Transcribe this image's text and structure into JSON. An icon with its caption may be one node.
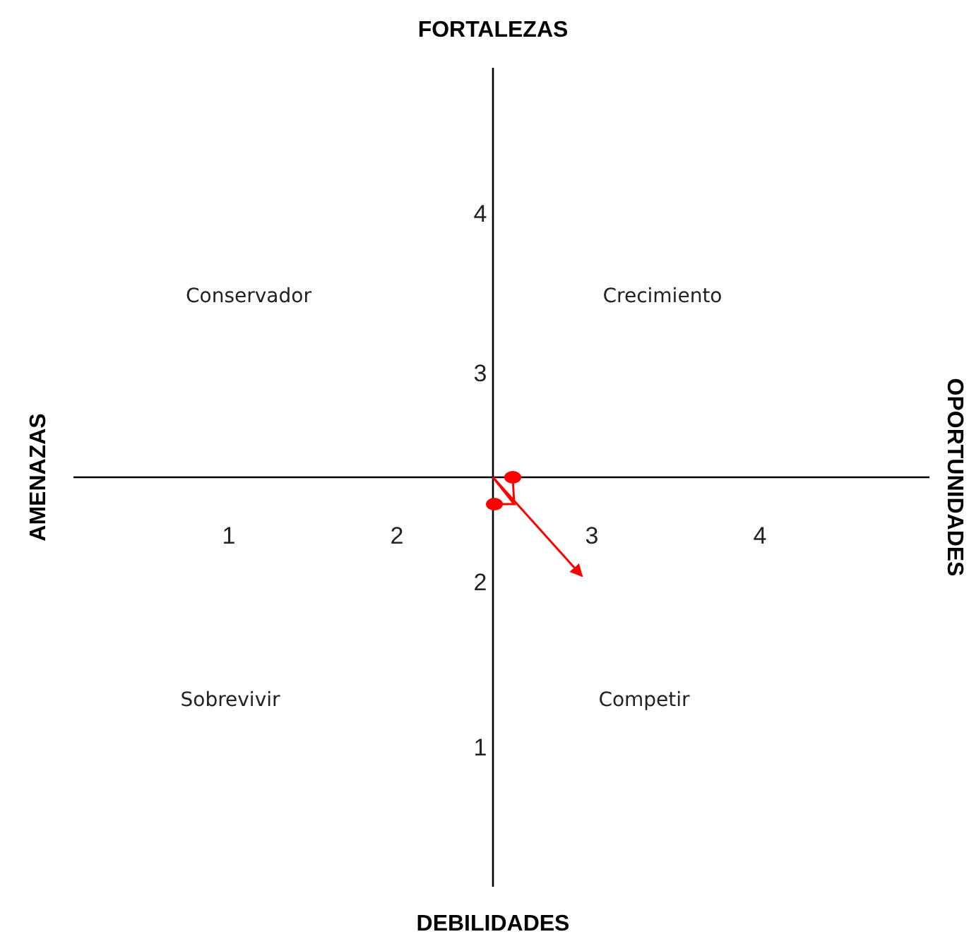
{
  "diagram": {
    "labels": [
      "FORTALEZAS",
      "4",
      "Conservador",
      "Crecimiento",
      "3",
      "AMENAZAS",
      "OPORTUNIDADES",
      "1",
      "2",
      "3",
      "4",
      "2",
      "Sobrevivir",
      "Competir",
      "1",
      "DEBILIDADES"
    ]
  }
}
